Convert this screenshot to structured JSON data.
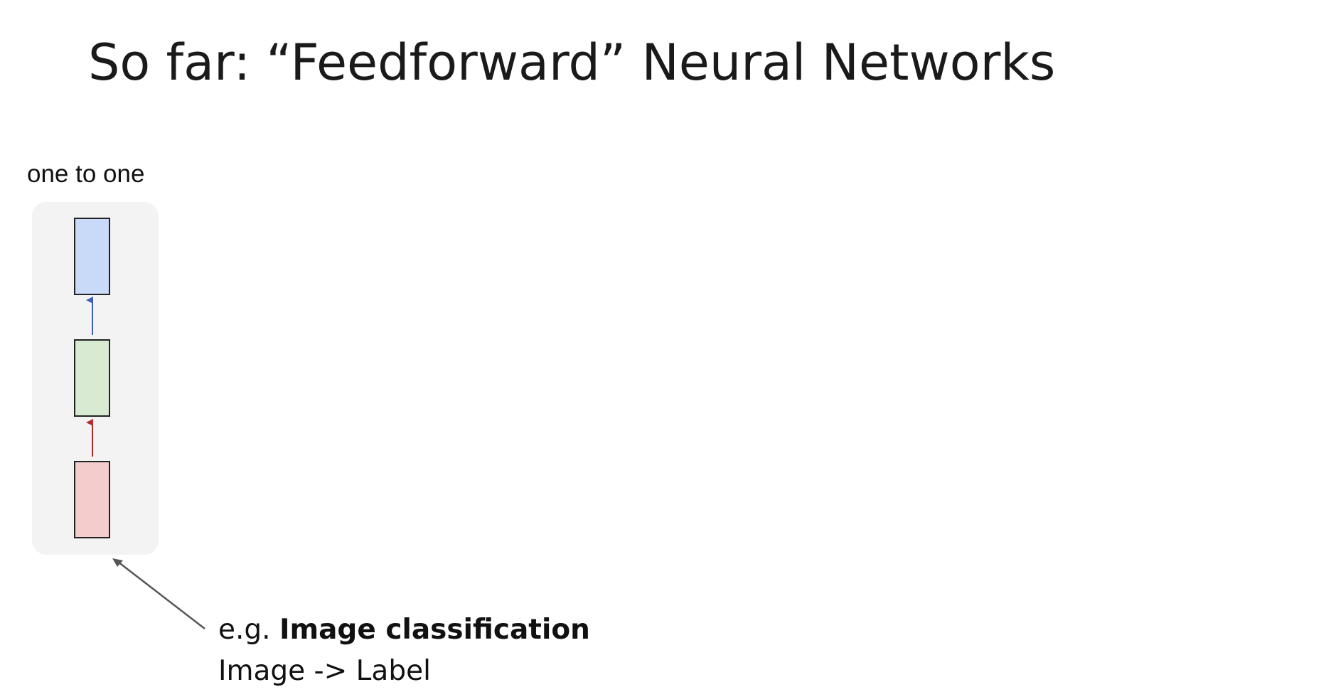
{
  "slide": {
    "title": "So far: “Feedforward” Neural Networks"
  },
  "diagram": {
    "label": "one to one",
    "colors": {
      "panel": "#f3f3f3",
      "output_box": "#c9daf8",
      "hidden_box": "#d9ead3",
      "input_box": "#f4cccc",
      "arrow_blue": "#3c5fbf",
      "arrow_red": "#b52a2a",
      "pointer": "#555555"
    }
  },
  "caption": {
    "prefix": "e.g.",
    "bold_text": "Image classification",
    "second_line": "Image -> Label"
  }
}
